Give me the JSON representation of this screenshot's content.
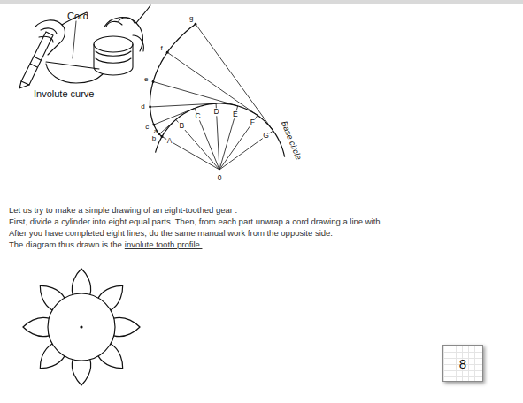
{
  "diagram": {
    "nodes": [
      {
        "text": [
          "8"
        ]
      }
    ],
    "labels": [
      "Cord",
      "Involute curve",
      "a",
      "b",
      "c",
      "d",
      "e",
      "f",
      "g",
      "A",
      "B",
      "C",
      "D",
      "E",
      "F",
      "G",
      "0",
      "Base circle",
      "Let us try to make a simple drawing of an eight-toothed gear :",
      "First, divide a cylinder into eight equal parts. Then, from each part unwrap a cord drawing a line with",
      "After you have completed eight lines, do the same manual work from the opposite side.",
      "The diagram thus drawn is the",
      "involute tooth profile."
    ]
  }
}
